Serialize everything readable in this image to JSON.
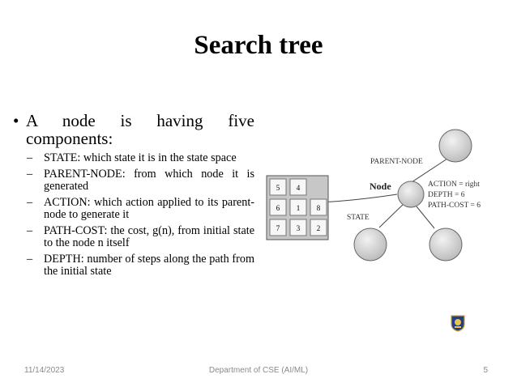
{
  "slide": {
    "title": "Search tree",
    "main_bullet": "A node is having five components:",
    "sub_bullets": [
      "STATE: which state it is in the state space",
      "PARENT-NODE: from which node it is generated",
      "ACTION: which action applied to its parent-node to generate it",
      "PATH-COST: the cost, g(n), from initial state to the node n itself",
      "DEPTH: number of steps along the path from the initial state"
    ]
  },
  "diagram": {
    "puzzle_tiles": [
      "5",
      "4",
      "",
      "6",
      "1",
      "8",
      "7",
      "3",
      "2"
    ],
    "node_label": "Node",
    "parent_node_label": "PARENT-NODE",
    "state_label": "STATE",
    "action_text": "ACTION = right",
    "depth_text": "DEPTH = 6",
    "path_cost_text": "PATH-COST = 6"
  },
  "footer": {
    "date": "11/14/2023",
    "department": "Department of CSE (AI/ML)",
    "page": "5"
  }
}
